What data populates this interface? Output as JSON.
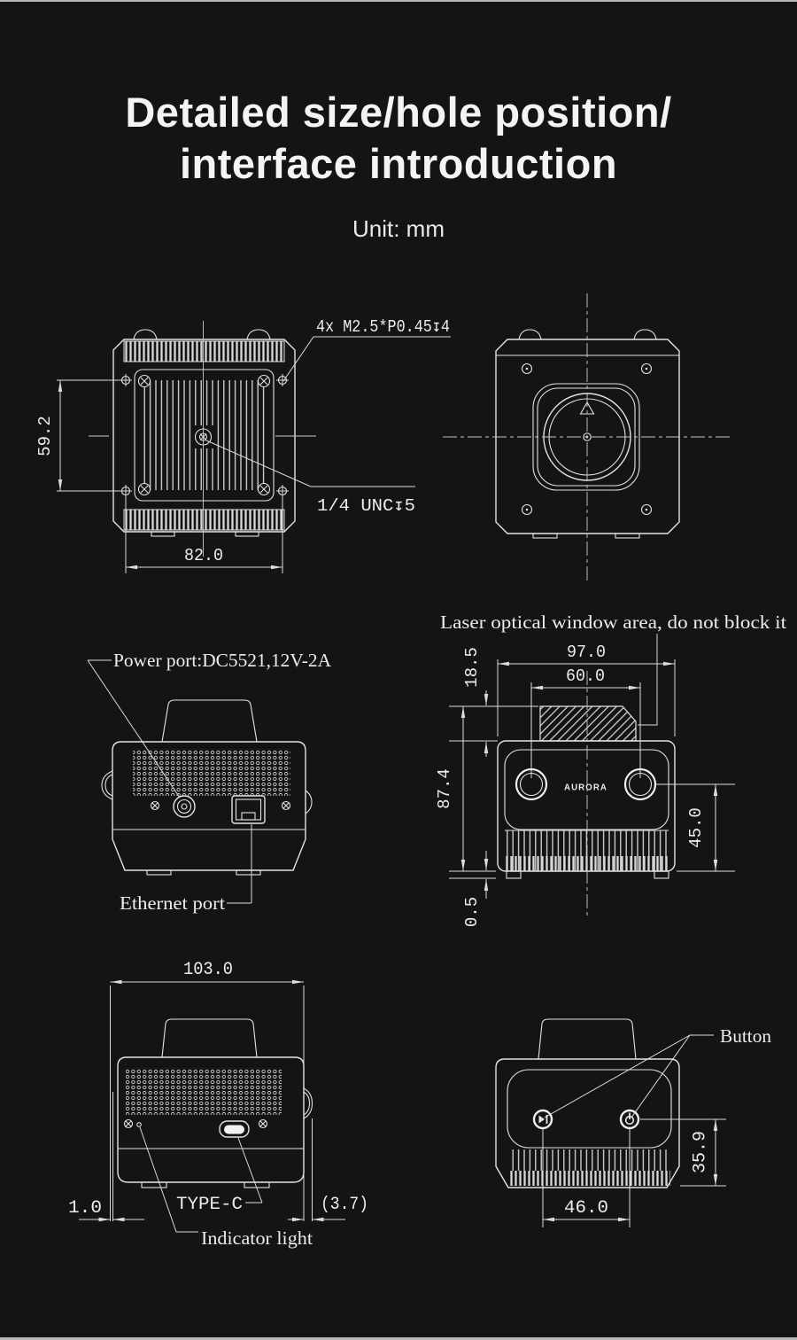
{
  "page": {
    "background": "#141414",
    "edge_strip_color": "#b9b9b9",
    "line_color": "#e3e3e3"
  },
  "header": {
    "title_line1": "Detailed size/hole position/",
    "title_line2": "interface introduction",
    "unit": "Unit: mm"
  },
  "back_view": {
    "dim_hole_spacing_vertical": "59.2",
    "dim_hole_spacing_horizontal": "82.0",
    "label_mount_holes": "4x M2.5*P0.45↧4",
    "label_tripod_thread": "1/4 UNC↧5"
  },
  "io_view": {
    "label_power_port": "Power port:DC5521,12V-2A",
    "label_ethernet_port": "Ethernet port"
  },
  "front_view": {
    "caption": "Laser optical window area, do not block it",
    "brand": "AURORA",
    "dim_total_width": "97.0",
    "dim_lens_spacing": "60.0",
    "dim_window_height": "18.5",
    "dim_total_height": "87.4",
    "dim_lens_to_bottom": "45.0",
    "dim_foot_height": "0.5"
  },
  "typec_view": {
    "dim_total_width": "103.0",
    "dim_shell_gap": "1.0",
    "dim_side_bump": "(3.7)",
    "label_typec": "TYPE-C",
    "label_indicator": "Indicator light"
  },
  "top_view": {
    "label_button": "Button",
    "dim_button_spacing": "46.0",
    "dim_button_to_rear": "35.9"
  }
}
